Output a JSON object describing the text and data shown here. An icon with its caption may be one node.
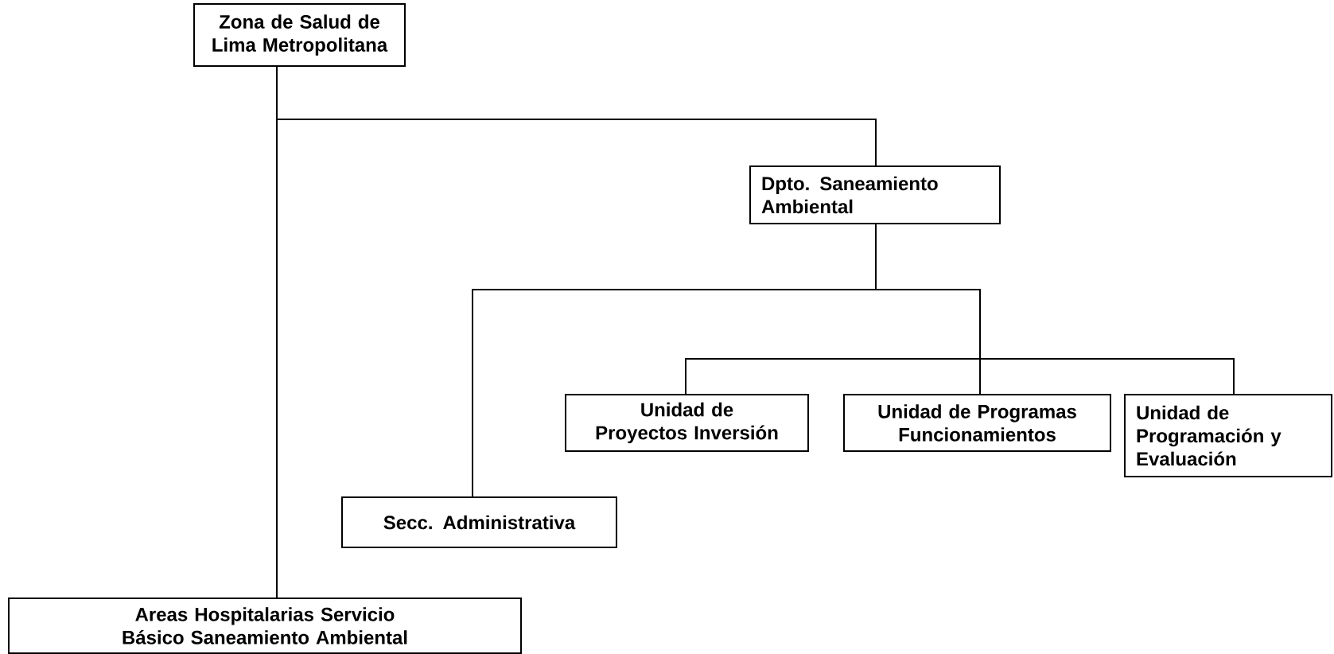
{
  "diagram": {
    "nodes": [
      {
        "text": [
          "Zona de Salud de Lima Metropolitana"
        ]
      },
      {
        "text": [
          "Dpto. Saneamiento Ambiental"
        ]
      },
      {
        "text": [
          "Secc. Administrativa"
        ]
      },
      {
        "text": [
          "Unidad de Proyectos Inversión"
        ]
      },
      {
        "text": [
          "Unidad de Programas Funcionamientos"
        ]
      },
      {
        "text": [
          "Unidad de Programación y Evaluación"
        ]
      },
      {
        "text": [
          "Areas Hospitalarias Servicio Básico Saneamiento Ambiental"
        ]
      }
    ],
    "edges": [
      {
        "from": 0,
        "to": 1,
        "arrow": "none"
      },
      {
        "from": 0,
        "to": 6,
        "arrow": "none"
      },
      {
        "from": 1,
        "to": 2,
        "arrow": "none"
      },
      {
        "from": 1,
        "to": 3,
        "arrow": "none"
      },
      {
        "from": 1,
        "to": 4,
        "arrow": "none"
      },
      {
        "from": 1,
        "to": 5,
        "arrow": "none"
      }
    ]
  }
}
